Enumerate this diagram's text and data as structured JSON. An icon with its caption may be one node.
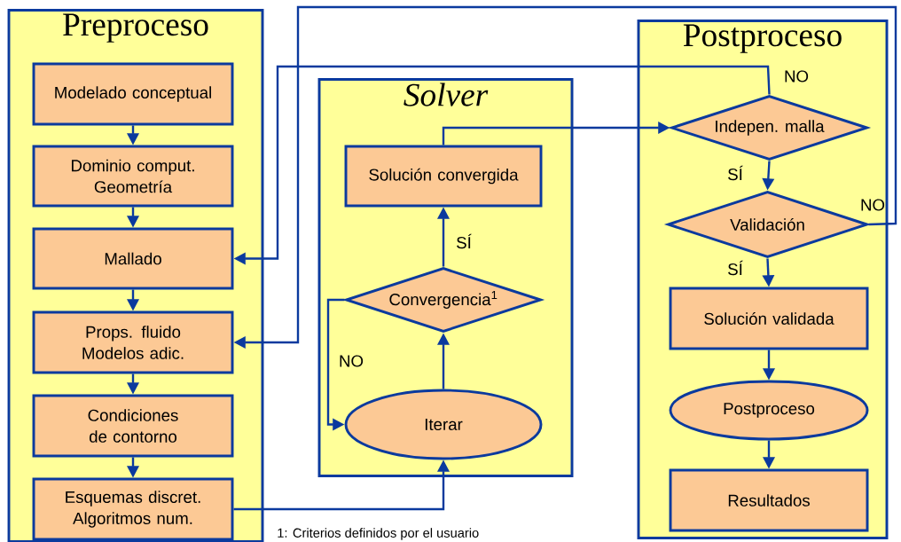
{
  "diagram": {
    "nodes": [
      {
        "text": [
          "Preproceso"
        ]
      },
      {
        "text": [
          "Modelado conceptual"
        ],
        "in": 0
      },
      {
        "text": [
          "Dominio comput. Geometría"
        ],
        "in": 0
      },
      {
        "text": [
          "Mallado"
        ],
        "in": 0
      },
      {
        "text": [
          "Props. fluido Modelos adic."
        ],
        "in": 0
      },
      {
        "text": [
          "Condiciones de contorno"
        ],
        "in": 0
      },
      {
        "text": [
          "Esquemas discret. Algoritmos num."
        ],
        "in": 0
      },
      {
        "text": [
          "Solver"
        ]
      },
      {
        "text": [
          "Solución convergida"
        ],
        "in": 7
      },
      {
        "text": [
          "Convergencia$^{1}$"
        ],
        "in": 7
      },
      {
        "text": [
          "Iterar"
        ],
        "in": 7
      },
      {
        "text": [
          "Postproceso"
        ]
      },
      {
        "text": [
          "Indepen. malla"
        ],
        "in": 11
      },
      {
        "text": [
          "Validación"
        ],
        "in": 11
      },
      {
        "text": [
          "Solución validada"
        ],
        "in": 11
      },
      {
        "text": [
          "Postproceso"
        ],
        "in": 11
      },
      {
        "text": [
          "Resultados"
        ],
        "in": 11
      }
    ],
    "edges": [
      {
        "from": 1,
        "to": 2,
        "arrow": "to"
      },
      {
        "from": 2,
        "to": 3,
        "arrow": "to"
      },
      {
        "from": 3,
        "to": 4,
        "arrow": "to"
      },
      {
        "from": 4,
        "to": 5,
        "arrow": "to"
      },
      {
        "from": 5,
        "to": 6,
        "arrow": "to"
      },
      {
        "from": 6,
        "to": 10,
        "arrow": "to"
      },
      {
        "from": 10,
        "to": 9,
        "arrow": "to"
      },
      {
        "from": 9,
        "to": 8,
        "arrow": "to",
        "label": "SÍ"
      },
      {
        "from": 9,
        "to": 10,
        "arrow": "to",
        "label": "NO"
      },
      {
        "from": 8,
        "to": 12,
        "arrow": "to"
      },
      {
        "from": 12,
        "to": 3,
        "arrow": "to",
        "label": "NO"
      },
      {
        "from": 12,
        "to": 13,
        "arrow": "to",
        "label": "SÍ"
      },
      {
        "from": 13,
        "to": 4,
        "arrow": "to",
        "label": "NO"
      },
      {
        "from": 13,
        "to": 14,
        "arrow": "to",
        "label": "SÍ"
      },
      {
        "from": 14,
        "to": 15,
        "arrow": "to"
      },
      {
        "from": 15,
        "to": 16,
        "arrow": "to"
      }
    ],
    "labels": [
      "1: Criterios definidos por el usuario"
    ]
  }
}
